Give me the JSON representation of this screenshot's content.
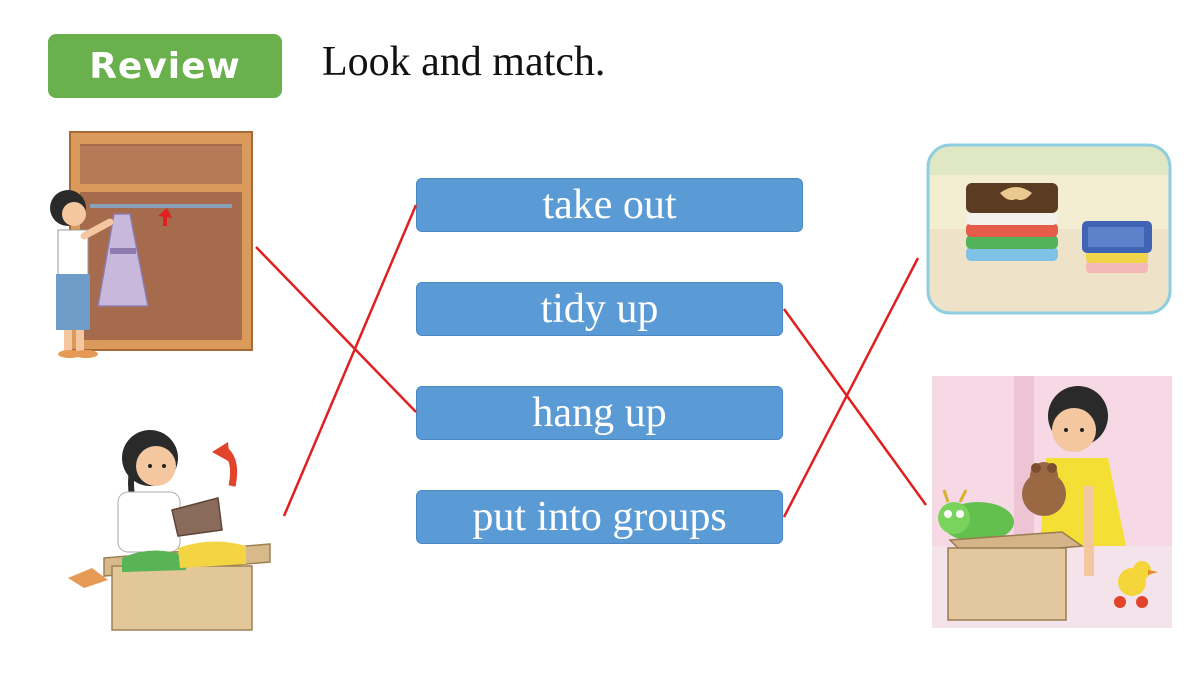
{
  "badge": {
    "label": "Review",
    "color": "#6ab04c"
  },
  "instruction": "Look and match.",
  "phrases": [
    {
      "label": "take out"
    },
    {
      "label": "tidy up"
    },
    {
      "label": "hang up"
    },
    {
      "label": "put into groups"
    }
  ],
  "colors": {
    "phrase_box": "#5b9bd5",
    "match_line": "#e02020"
  }
}
